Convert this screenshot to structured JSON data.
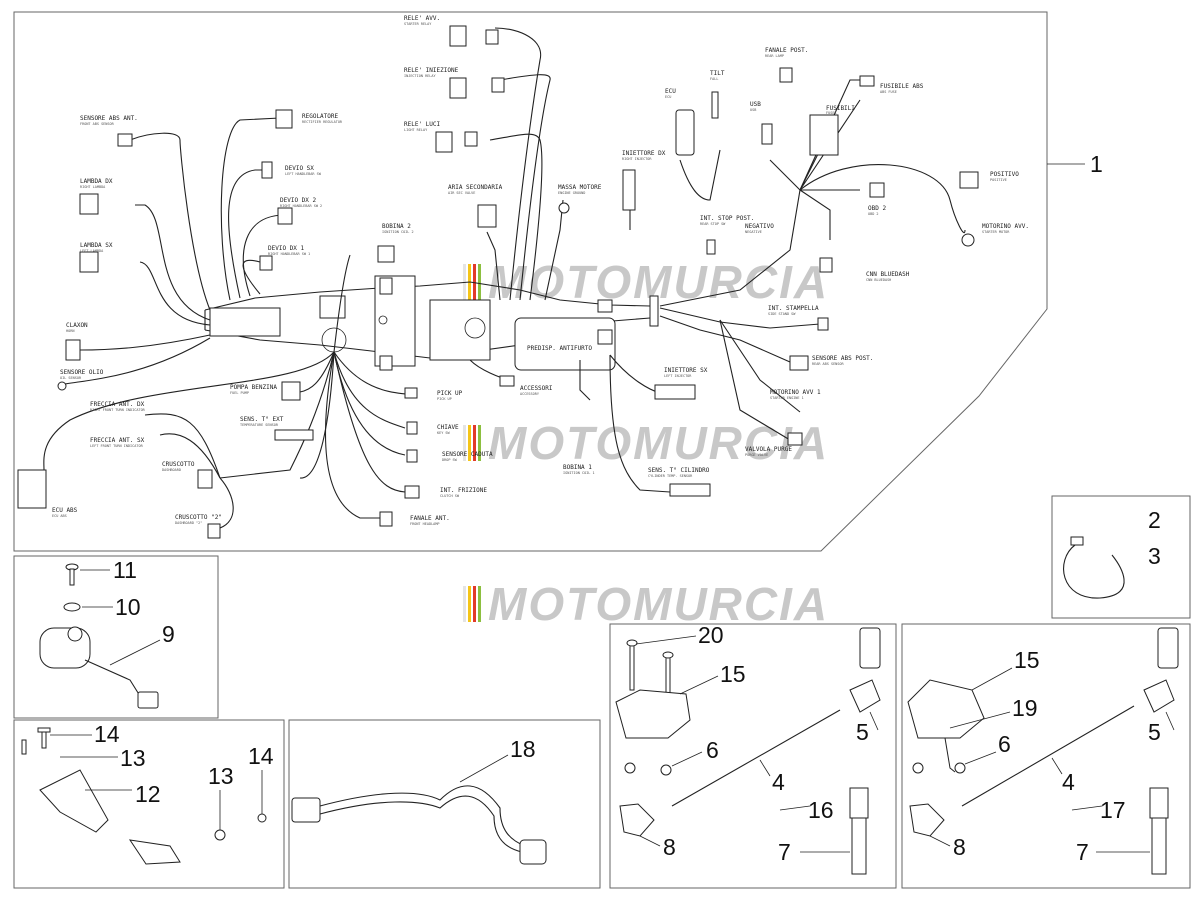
{
  "watermark": {
    "text": "MOTOMURCIA",
    "colors": [
      "#e4e4e4",
      "#f5c518",
      "#e23a2a",
      "#8cbf3f"
    ]
  },
  "callouts": {
    "c1": "1",
    "c2": "2",
    "c3": "3",
    "c4a": "4",
    "c4b": "4",
    "c5a": "5",
    "c5b": "5",
    "c6a": "6",
    "c6b": "6",
    "c7a": "7",
    "c7b": "7",
    "c8a": "8",
    "c8b": "8",
    "c9": "9",
    "c10": "10",
    "c11": "11",
    "c12": "12",
    "c13a": "13",
    "c13b": "13",
    "c14a": "14",
    "c14b": "14",
    "c15a": "15",
    "c15b": "15",
    "c16": "16",
    "c17": "17",
    "c18": "18",
    "c19": "19",
    "c20": "20"
  },
  "labels": {
    "rele_avv": "RELE' AVV.",
    "rele_avv_en": "STARTER RELAY",
    "rele_iniezione": "RELE' INIEZIONE",
    "rele_iniezione_en": "INJECTION RELAY",
    "rele_luci": "RELE' LUCI",
    "rele_luci_en": "LIGHT RELAY",
    "aria_sec": "ARIA SECONDARIA",
    "aria_sec_en": "AIR SEC VALVE",
    "massa_motore": "MASSA MOTORE",
    "massa_motore_en": "ENGINE GROUND",
    "ecu": "ECU",
    "ecu_en": "ECU",
    "tilt": "TILT",
    "tilt_en": "FALL",
    "iniettore_dx": "INIETTORE DX",
    "iniettore_dx_en": "RIGHT INJECTOR",
    "fanale_post": "FANALE POST.",
    "fanale_post_en": "REAR LAMP",
    "usb": "USB",
    "usb_en": "USB",
    "fusibili": "FUSIBILI",
    "fusibili_en": "FUSES",
    "fusibile_abs": "FUSIBILE ABS",
    "fusibile_abs_en": "ABS FUSE",
    "positivo": "POSITIVO",
    "positivo_en": "POSITIVE",
    "obd2": "OBD 2",
    "obd2_en": "OBD 2",
    "motorino_avv": "MOTORINO AVV.",
    "motorino_avv_en": "STARTER MOTOR",
    "int_stop_post": "INT. STOP POST.",
    "int_stop_post_en": "REAR STOP SW",
    "negativo": "NEGATIVO",
    "negativo_en": "NEGATIVE",
    "cnn_bluedash": "CNN BLUEDASH",
    "cnn_bluedash_en": "CNN BLUEDASH",
    "int_stampella": "INT. STAMPELLA",
    "int_stampella_en": "SIDE STAND SW",
    "sensore_abs_post": "SENSORE ABS POST.",
    "sensore_abs_post_en": "REAR ABS SENSOR",
    "motorino_avv1": "MOTORINO AVV 1",
    "motorino_avv1_en": "STARTER ENGINE 1",
    "valvola_purge": "VALVOLA PURGE",
    "valvola_purge_en": "PURGE VALVE",
    "iniettore_sx": "INIETTORE SX",
    "iniettore_sx_en": "LEFT INJECTOR",
    "sens_t_cilindro": "SENS. T° CILINDRO",
    "sens_t_cilindro_en": "CYLINDER TEMP. SENSOR",
    "bobina1": "BOBINA 1",
    "bobina1_en": "IGNITION COIL 1",
    "predisp_antifurto": "PREDISP. ANTIFURTO",
    "accessori": "ACCESSORI",
    "accessori_en": "ACCESSORY",
    "sensore_abs_ant": "SENSORE ABS ANT.",
    "sensore_abs_ant_en": "FRONT ABS SENSOR",
    "regolatore": "REGOLATORE",
    "regolatore_en": "RECTIFIER REGULATOR",
    "lambda_dx": "LAMBDA DX",
    "lambda_dx_en": "RIGHT LAMBDA",
    "lambda_sx": "LAMBDA SX",
    "lambda_sx_en": "LEFT LAMBDA",
    "devio_sx": "DEVIO SX",
    "devio_sx_en": "LEFT HANDLEBAR SW",
    "devio_dx2": "DEVIO DX 2",
    "devio_dx2_en": "RIGHT HANDLEBAR SW 2",
    "devio_dx1": "DEVIO DX 1",
    "devio_dx1_en": "RIGHT HANDLEBAR SW 1",
    "bobina2": "BOBINA 2",
    "bobina2_en": "IGNITION COIL 2",
    "claxon": "CLAXON",
    "claxon_en": "HORN",
    "sensore_olio": "SENSORE OLIO",
    "sensore_olio_en": "OIL SENSOR",
    "pompa_benzina": "POMPA BENZINA",
    "pompa_benzina_en": "FUEL PUMP",
    "freccia_ant_dx": "FRECCIA ANT. DX",
    "freccia_ant_dx_en": "RIGHT FRONT TURN INDICATOR",
    "freccia_ant_sx": "FRECCIA ANT. SX",
    "freccia_ant_sx_en": "LEFT FRONT TURN INDICATOR",
    "sens_t_ext": "SENS. T° EXT",
    "sens_t_ext_en": "TEMPERATURE SENSOR",
    "pick_up": "PICK UP",
    "pick_up_en": "PICK UP",
    "chiave": "CHIAVE",
    "chiave_en": "KEY SW",
    "sensore_caduta": "SENSORE CADUTA",
    "sensore_caduta_en": "DROP SW",
    "cruscotto": "CRUSCOTTO",
    "cruscotto_en": "DASHBOARD",
    "cruscotto2": "CRUSCOTTO \"2\"",
    "cruscotto2_en": "DASHBOARD \"2\"",
    "int_frizione": "INT. FRIZIONE",
    "int_frizione_en": "CLUTCH SW",
    "fanale_ant": "FANALE ANT.",
    "fanale_ant_en": "FRONT HEADLAMP",
    "ecu_abs": "ECU ABS",
    "ecu_abs_en": "ECU ABS"
  }
}
